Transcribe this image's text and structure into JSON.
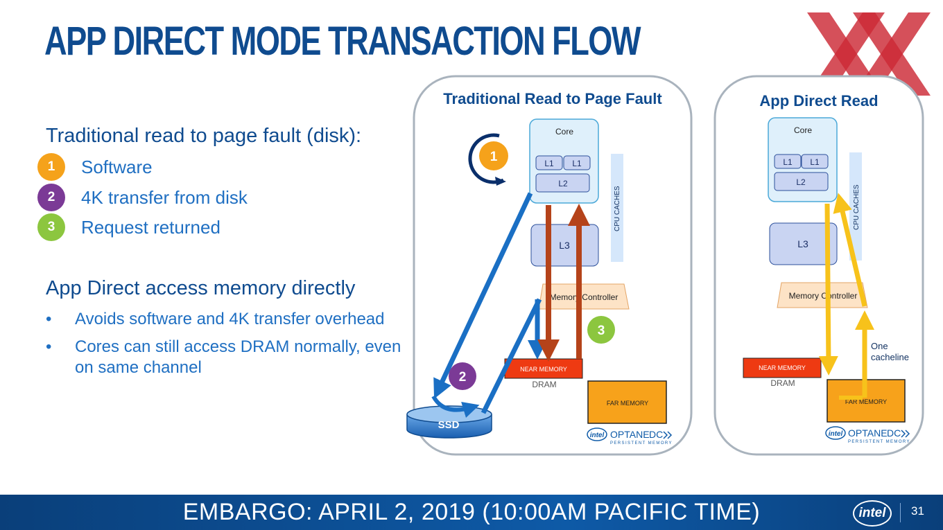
{
  "slide": {
    "title": "APP DIRECT MODE TRANSACTION FLOW",
    "section1_heading": "Traditional read to page fault (disk):",
    "steps": [
      {
        "num": "1",
        "label": "Software",
        "color": "#f5a21b"
      },
      {
        "num": "2",
        "label": "4K transfer from disk",
        "color": "#7b3a96"
      },
      {
        "num": "3",
        "label": "Request returned",
        "color": "#8cc63f"
      }
    ],
    "section2_heading": "App Direct access memory directly",
    "bullets": [
      {
        "symbol": "•",
        "lines": [
          "Avoids software and 4K transfer overhead"
        ]
      },
      {
        "symbol": "•",
        "lines": [
          "Cores can still access DRAM normally, even",
          "on same channel"
        ]
      }
    ]
  },
  "left_panel": {
    "title": "Traditional Read to Page Fault",
    "core": "Core",
    "l1a": "L1",
    "l1b": "L1",
    "l2": "L2",
    "l3": "L3",
    "cpu_caches": "CPU CACHES",
    "memory_controller": "Memory Controller",
    "near_memory": "NEAR MEMORY",
    "dram": "DRAM",
    "far_memory": "FAR MEMORY",
    "ssd": "SSD",
    "badge1": "1",
    "badge2": "2",
    "badge3": "3",
    "logo_intel": "intel",
    "logo_optane": "OPTANE",
    "logo_dc": "DC",
    "logo_sub": "PERSISTENT MEMORY"
  },
  "right_panel": {
    "title": "App Direct Read",
    "core": "Core",
    "l1a": "L1",
    "l1b": "L1",
    "l2": "L2",
    "l3": "L3",
    "cpu_caches": "CPU CACHES",
    "memory_controller": "Memory Controller",
    "near_memory": "NEAR MEMORY",
    "dram": "DRAM",
    "far_memory": "FAR MEMORY",
    "note_line1": "One",
    "note_line2": "cacheline",
    "logo_intel": "intel",
    "logo_optane": "OPTANE",
    "logo_dc": "DC",
    "logo_sub": "PERSISTENT MEMORY"
  },
  "footer": {
    "embargo": "EMBARGO: APRIL 2, 2019 (10:00AM PACIFIC TIME)",
    "logo": "intel",
    "page_number": "31"
  },
  "colors": {
    "title_blue": "#0f4b8f",
    "text_blue": "#1f6fc2",
    "arrow_blue": "#1a6fc4",
    "arrow_red": "#b5431a",
    "arrow_yellow": "#f7c21b",
    "near_memory": "#ee3a12",
    "far_memory": "#f7a21b",
    "cache_fill": "#dce6f7",
    "xx_red": "#cc2a36"
  },
  "icons": [
    "xx-mark-icon",
    "refresh-cycle-icon",
    "ssd-disk-icon",
    "intel-logo-icon"
  ]
}
